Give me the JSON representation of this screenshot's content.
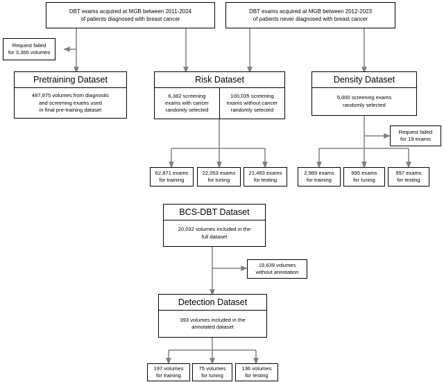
{
  "figure": {
    "type": "flowchart",
    "title": "DBT dataset construction flow"
  },
  "colors": {
    "box_border": "#000000",
    "arrow": "#808080",
    "background": "#ffffff"
  },
  "sources": {
    "cancer_cohort": "DBT exams acquired at MGB between 2011-2024 of patients diagnosed with breast cancer",
    "cancer_cohort_l1": "DBT exams acquired at MGB between 2011-2024",
    "cancer_cohort_l2": "of patients diagnosed with breast cancer",
    "noncancer_cohort_l1": "DBT exams acquired at MGB between 2012-2023",
    "noncancer_cohort_l2": "of patients never diagnosed with breast cancer"
  },
  "exclusions": {
    "request_failed_volumes_l1": "Request failed",
    "request_failed_volumes_l2": "for 3,366 volumes",
    "request_failed_exams_l1": "Request failed",
    "request_failed_exams_l2": "for 19 exams",
    "without_annotation_l1": "19,639 volumes",
    "without_annotation_l2": "without annotation"
  },
  "datasets": {
    "pretraining": {
      "title": "Pretraining Dataset",
      "body_l1": "487,975 volumes from diagnostic",
      "body_l2": "and screening exams used",
      "body_l3": "in final pre-training dataset"
    },
    "risk": {
      "title": "Risk Dataset",
      "left_l1": "6,382 screening",
      "left_l2": "exams with cancer",
      "left_l3": "randomly selected",
      "right_l1": "100,035 screening",
      "right_l2": "exams without cancer",
      "right_l3": "randomly selected"
    },
    "density": {
      "title": "Density Dataset",
      "body_l1": "5,000 screening exams",
      "body_l2": "randomly selected"
    },
    "bcsdbt": {
      "title": "BCS-DBT Dataset",
      "body_l1": "20,032 volumes included in the",
      "body_l2": "full dataset"
    },
    "detection": {
      "title": "Detection Dataset",
      "body_l1": "393 volumes included in the",
      "body_l2": "annotated dataset"
    }
  },
  "splits": {
    "risk": [
      {
        "count_l1": "62,871 exams",
        "count_l2": "for training"
      },
      {
        "count_l1": "22,053 exams",
        "count_l2": "for tuning"
      },
      {
        "count_l1": "21,493 exams",
        "count_l2": "for testing"
      }
    ],
    "density": [
      {
        "count_l1": "2,989 exams",
        "count_l2": "for training"
      },
      {
        "count_l1": "995 exams",
        "count_l2": "for tuning"
      },
      {
        "count_l1": "997 exams",
        "count_l2": "for testing"
      }
    ],
    "detection": [
      {
        "count_l1": "197 volumes",
        "count_l2": "for training"
      },
      {
        "count_l1": "75 volumes",
        "count_l2": "for tuning"
      },
      {
        "count_l1": "136 volumes",
        "count_l2": "for testing"
      }
    ]
  },
  "chart_data": {
    "type": "diagram",
    "nodes": [
      {
        "id": "cancer_cohort",
        "label": "DBT exams acquired at MGB between 2011-2024 of patients diagnosed with breast cancer"
      },
      {
        "id": "noncancer_cohort",
        "label": "DBT exams acquired at MGB between 2012-2023 of patients never diagnosed with breast cancer"
      },
      {
        "id": "request_failed_volumes",
        "label": "Request failed for 3,366 volumes",
        "value": 3366
      },
      {
        "id": "pretraining",
        "label": "Pretraining Dataset",
        "value": 487975
      },
      {
        "id": "risk",
        "label": "Risk Dataset",
        "cancer_exams": 6382,
        "noncancer_exams": 100035
      },
      {
        "id": "density",
        "label": "Density Dataset",
        "value": 5000
      },
      {
        "id": "request_failed_exams",
        "label": "Request failed for 19 exams",
        "value": 19
      },
      {
        "id": "risk_train",
        "value": 62871
      },
      {
        "id": "risk_tune",
        "value": 22053
      },
      {
        "id": "risk_test",
        "value": 21493
      },
      {
        "id": "density_train",
        "value": 2989
      },
      {
        "id": "density_tune",
        "value": 995
      },
      {
        "id": "density_test",
        "value": 997
      },
      {
        "id": "bcsdbt",
        "label": "BCS-DBT Dataset",
        "value": 20032
      },
      {
        "id": "without_annotation",
        "label": "19,639 volumes without annotation",
        "value": 19639
      },
      {
        "id": "detection",
        "label": "Detection Dataset",
        "value": 393
      },
      {
        "id": "detection_train",
        "value": 197
      },
      {
        "id": "detection_tune",
        "value": 75
      },
      {
        "id": "detection_test",
        "value": 136
      }
    ]
  }
}
